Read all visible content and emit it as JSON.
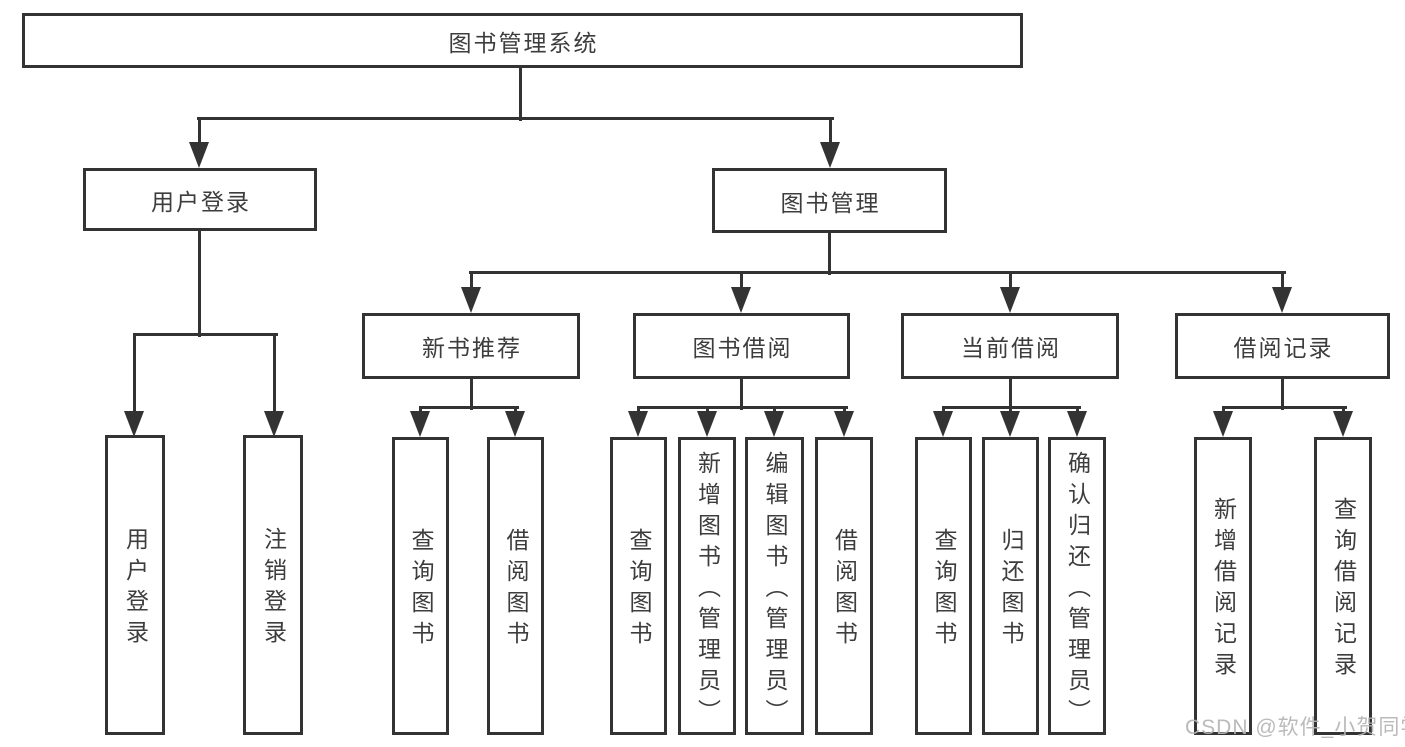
{
  "diagram_title": "图书管理系统",
  "colors": {
    "line": "#333333",
    "text": "#3d3d3d",
    "box_bg": "#ffffff",
    "watermark": "#b5b5b5"
  },
  "watermark": {
    "text": "CSDN @软件_小贺同学"
  },
  "nodes": [
    {
      "id": "root",
      "label": "图书管理系统",
      "text_direction": "horizontal",
      "parent": null
    },
    {
      "id": "user-login",
      "label": "用户登录",
      "text_direction": "horizontal",
      "parent": "root"
    },
    {
      "id": "book-mgmt",
      "label": "图书管理",
      "text_direction": "horizontal",
      "parent": "root"
    },
    {
      "id": "new-book-rec",
      "label": "新书推荐",
      "text_direction": "horizontal",
      "parent": "book-mgmt"
    },
    {
      "id": "book-borrow",
      "label": "图书借阅",
      "text_direction": "horizontal",
      "parent": "book-mgmt"
    },
    {
      "id": "current-borrow",
      "label": "当前借阅",
      "text_direction": "horizontal",
      "parent": "book-mgmt"
    },
    {
      "id": "borrow-records",
      "label": "借阅记录",
      "text_direction": "horizontal",
      "parent": "book-mgmt"
    },
    {
      "id": "leaf-user-login",
      "label": "用户登录",
      "text_direction": "vertical",
      "parent": "user-login"
    },
    {
      "id": "leaf-logout",
      "label": "注销登录",
      "text_direction": "vertical",
      "parent": "user-login"
    },
    {
      "id": "leaf-nb-query",
      "label": "查询图书",
      "text_direction": "vertical",
      "parent": "new-book-rec"
    },
    {
      "id": "leaf-nb-borrow",
      "label": "借阅图书",
      "text_direction": "vertical",
      "parent": "new-book-rec"
    },
    {
      "id": "leaf-bb-query",
      "label": "查询图书",
      "text_direction": "vertical",
      "parent": "book-borrow"
    },
    {
      "id": "leaf-bb-add",
      "label": "新增图书（管理员）",
      "text_direction": "vertical",
      "parent": "book-borrow"
    },
    {
      "id": "leaf-bb-edit",
      "label": "编辑图书（管理员）",
      "text_direction": "vertical",
      "parent": "book-borrow"
    },
    {
      "id": "leaf-bb-borrow",
      "label": "借阅图书",
      "text_direction": "vertical",
      "parent": "book-borrow"
    },
    {
      "id": "leaf-cb-query",
      "label": "查询图书",
      "text_direction": "vertical",
      "parent": "current-borrow"
    },
    {
      "id": "leaf-cb-return",
      "label": "归还图书",
      "text_direction": "vertical",
      "parent": "current-borrow"
    },
    {
      "id": "leaf-cb-confirm",
      "label": "确认归还（管理员）",
      "text_direction": "vertical",
      "parent": "current-borrow"
    },
    {
      "id": "leaf-br-add",
      "label": "新增借阅记录",
      "text_direction": "vertical",
      "parent": "borrow-records"
    },
    {
      "id": "leaf-br-query",
      "label": "查询借阅记录",
      "text_direction": "vertical",
      "parent": "borrow-records"
    }
  ]
}
